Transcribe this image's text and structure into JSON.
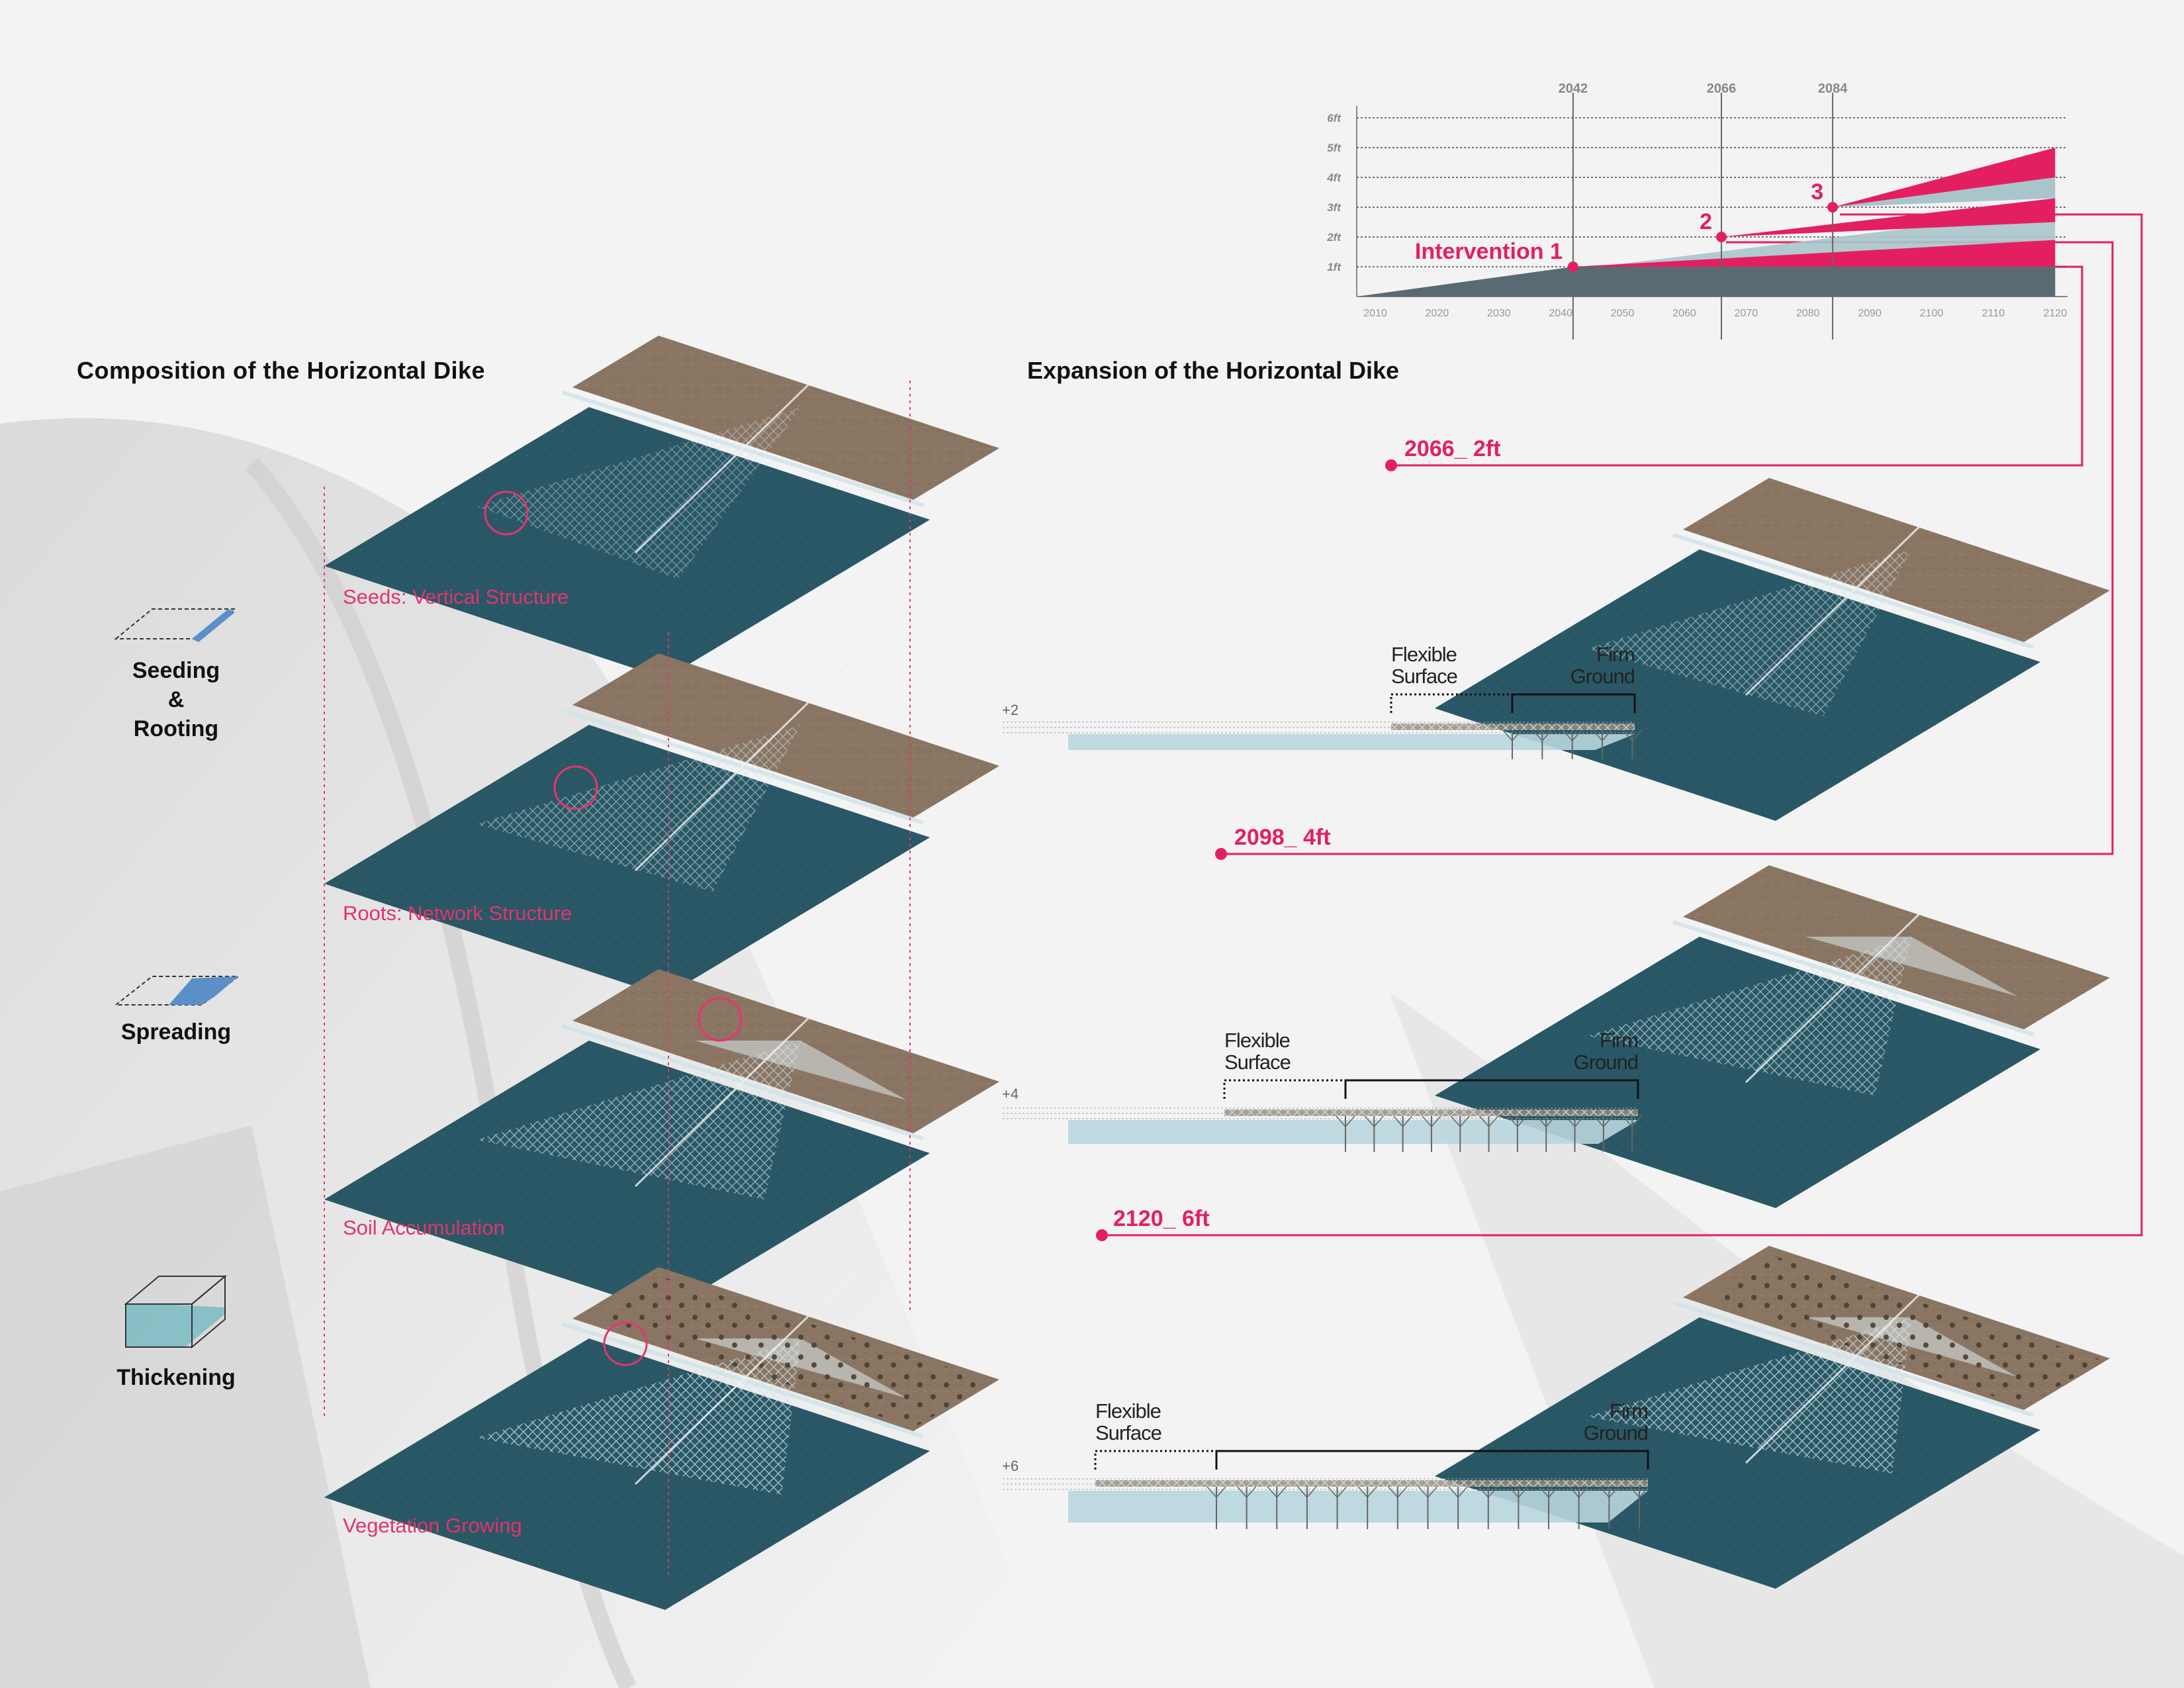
{
  "composition_title": "Composition of the Horizontal Dike",
  "expansion_title": "Expansion of the Horizontal Dike",
  "steps": {
    "seeding": "Seeding",
    "amp": "&",
    "rooting": "Rooting",
    "spreading": "Spreading",
    "thickening": "Thickening"
  },
  "layers": [
    "Seeds: Vertical Structure",
    "Roots: Network Structure",
    "Soil Accumulation",
    "Vegetation Growing"
  ],
  "expansion": [
    {
      "label": "2066_ 2ft",
      "level": "+2",
      "flexible": [
        "Flexible",
        "Surface"
      ],
      "firm": [
        "Firm",
        "Ground"
      ]
    },
    {
      "label": "2098_ 4ft",
      "level": "+4",
      "flexible": [
        "Flexible",
        "Surface"
      ],
      "firm": [
        "Firm",
        "Ground"
      ]
    },
    {
      "label": "2120_ 6ft",
      "level": "+6",
      "flexible": [
        "Flexible",
        "Surface"
      ],
      "firm": [
        "Firm",
        "Ground"
      ]
    }
  ],
  "chart_data": {
    "type": "area",
    "x_ticks": [
      2010,
      2020,
      2030,
      2040,
      2050,
      2060,
      2070,
      2080,
      2090,
      2100,
      2110,
      2120
    ],
    "y_ticks": [
      "1ft",
      "2ft",
      "3ft",
      "4ft",
      "5ft",
      "6ft"
    ],
    "xlim": [
      2007,
      2122
    ],
    "ylim": [
      0,
      6.4
    ],
    "top_years": [
      2042,
      2066,
      2084
    ],
    "points": [
      {
        "label": "Intervention 1",
        "x": 2042,
        "y": 1
      },
      {
        "label": "2",
        "x": 2066,
        "y": 2
      },
      {
        "label": "3",
        "x": 2084,
        "y": 3
      }
    ],
    "colors": {
      "accent": "#e41f61",
      "dark_band": "#5a6a73",
      "light_band": "#a9c5cc",
      "axis": "#888888"
    }
  }
}
